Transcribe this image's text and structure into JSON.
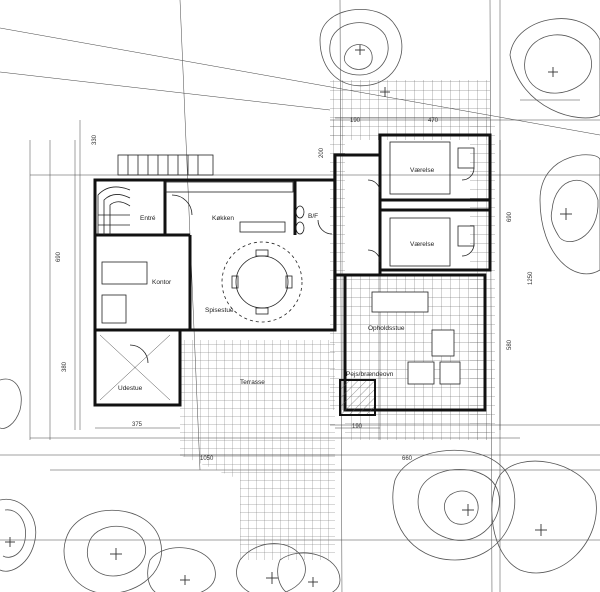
{
  "rooms": {
    "entre": "Entré",
    "kokken": "Køkken",
    "bf": "B/F",
    "kontor": "Kontor",
    "spisestue": "Spisestue",
    "udestue": "Udestue",
    "terrasse": "Terrasse",
    "vaerelse_1": "Værelse",
    "vaerelse_2": "Værelse",
    "opholdsstue": "Opholdsstue",
    "pejs": "Pejs/brændeovn"
  },
  "dimensions": {
    "top_190": "190",
    "top_470": "470",
    "left_330": "330",
    "left_690": "690",
    "left_380": "380",
    "mid_200": "200",
    "right_690": "690",
    "right_1250": "1250",
    "right_580": "580",
    "bottom_375": "375",
    "bottom_1050": "1050",
    "bottom_190": "190",
    "bottom_660": "660"
  }
}
